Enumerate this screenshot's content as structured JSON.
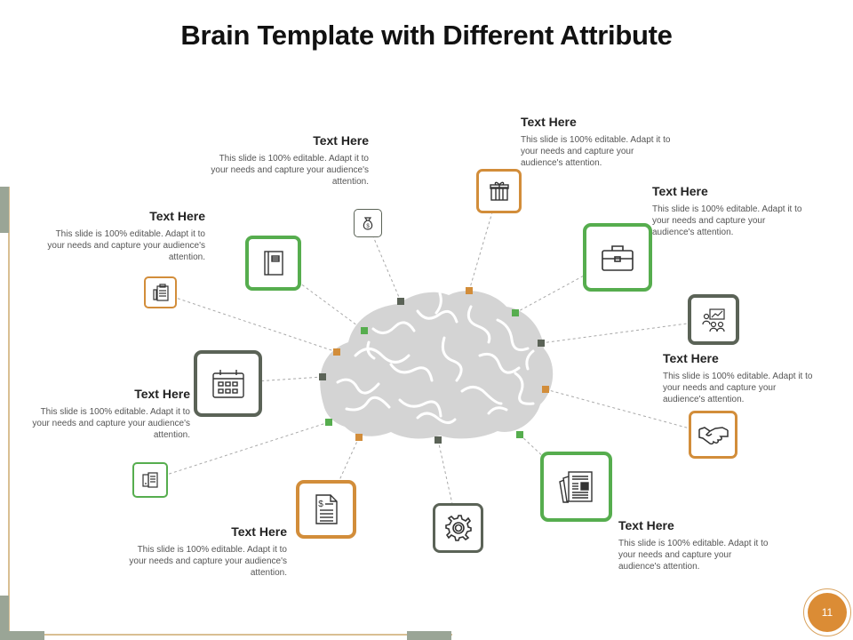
{
  "slide": {
    "title": "Brain Template with Different Attribute",
    "page_number": "11"
  },
  "colors": {
    "green": "#56ad4e",
    "orange": "#d28d3a",
    "dark": "#5b6357",
    "brain": "#d4d4d4"
  },
  "text_blocks": [
    {
      "heading": "Text Here",
      "body": "This slide is 100% editable. Adapt it to your needs and capture your audience's attention."
    },
    {
      "heading": "Text Here",
      "body": "This slide is 100% editable. Adapt it to your needs and capture your audience's attention."
    },
    {
      "heading": "Text Here",
      "body": "This slide is 100% editable. Adapt it to your needs and capture your audience's attention."
    },
    {
      "heading": "Text Here",
      "body": "This slide is 100% editable. Adapt it to your needs and capture your audience's attention."
    },
    {
      "heading": "Text Here",
      "body": "This slide is 100% editable. Adapt it to your needs and capture your audience's attention."
    },
    {
      "heading": "Text Here",
      "body": "This slide is 100% editable. Adapt it to your needs and capture your audience's attention."
    },
    {
      "heading": "Text Here",
      "body": "This slide is 100% editable. Adapt it to your needs and capture your audience's attention."
    },
    {
      "heading": "Text Here",
      "body": "This slide is 100% editable. Adapt it to your needs and capture your audience's attention."
    }
  ],
  "icons": [
    "money-bag-icon",
    "gift-box-icon",
    "briefcase-icon",
    "book-icon",
    "clipboard-icon",
    "presentation-icon",
    "calendar-icon",
    "handshake-icon",
    "calculator-icon",
    "invoice-icon",
    "gear-icon",
    "newspaper-icon"
  ]
}
